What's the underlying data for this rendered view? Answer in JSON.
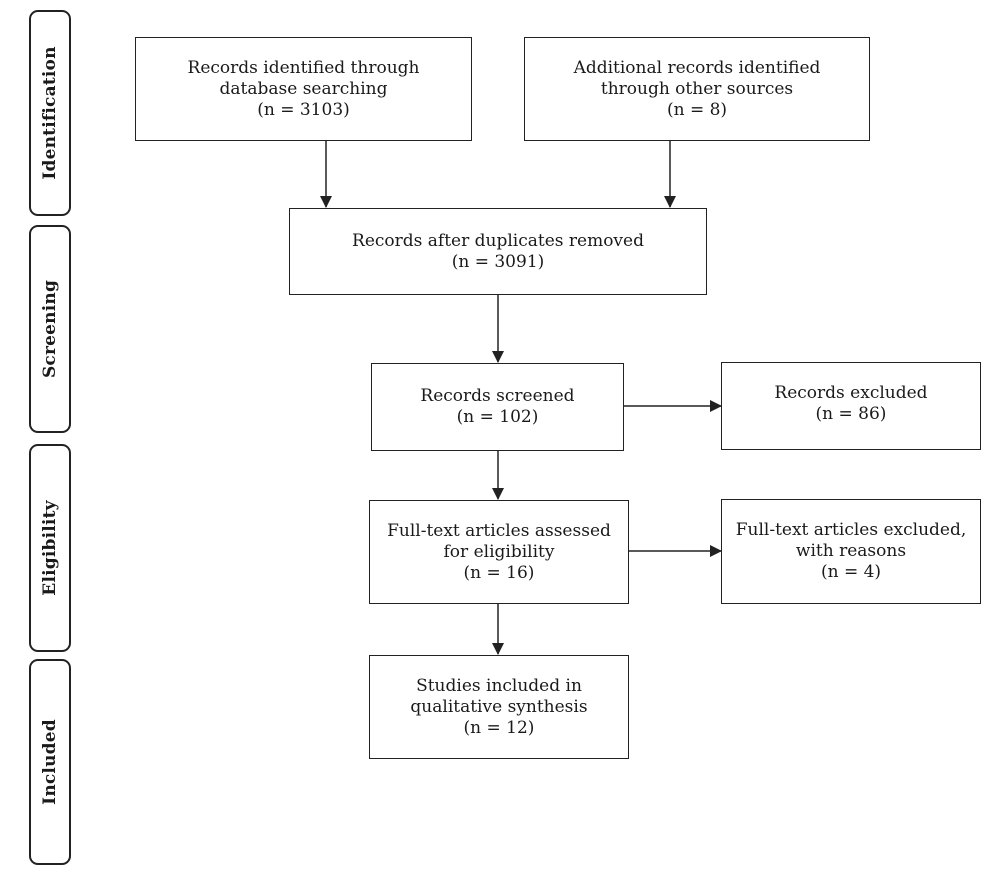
{
  "phases": {
    "identification": "Identification",
    "screening": "Screening",
    "eligibility": "Eligibility",
    "included": "Included"
  },
  "boxes": {
    "database_search": {
      "line1": "Records identified through",
      "line2": "database searching",
      "line3": "(n = 3103)"
    },
    "other_sources": {
      "line1": "Additional records identified",
      "line2": "through other sources",
      "line3": "(n = 8)"
    },
    "after_duplicates": {
      "line1": "Records after duplicates removed",
      "line2": "(n = 3091)"
    },
    "screened": {
      "line1": "Records screened",
      "line2": "(n = 102)"
    },
    "excluded": {
      "line1": "Records excluded",
      "line2": "(n = 86)"
    },
    "fulltext_assessed": {
      "line1": "Full-text articles assessed",
      "line2": "for eligibility",
      "line3": "(n = 16)"
    },
    "fulltext_excluded": {
      "line1": "Full-text articles excluded,",
      "line2": "with reasons",
      "line3": "(n = 4)"
    },
    "included_studies": {
      "line1": "Studies included in",
      "line2": "qualitative synthesis",
      "line3": "(n = 12)"
    }
  }
}
